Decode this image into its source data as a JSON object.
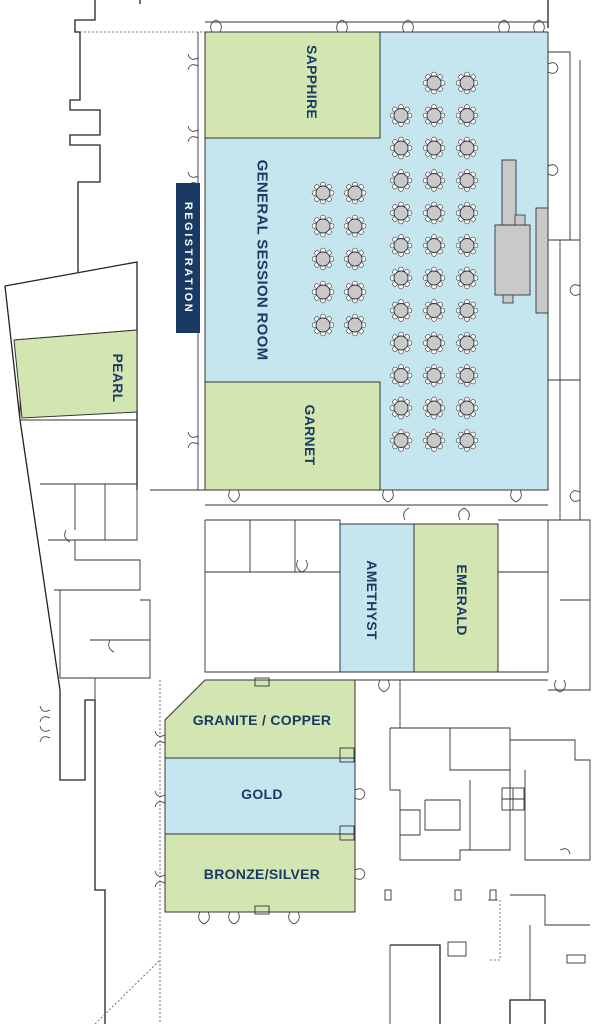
{
  "colors": {
    "green_room": "#d3e6b2",
    "blue_room": "#c6e6ef",
    "label_text": "#1b3a63",
    "registration_bg": "#1b3a63",
    "registration_text": "#ffffff",
    "table_fill": "#c9c9c9",
    "stage_fill": "#c9c9c9"
  },
  "rooms": [
    {
      "id": "sapphire",
      "name": "SAPPHIRE",
      "color": "green",
      "orientation": "vertical"
    },
    {
      "id": "general-session",
      "name": "GENERAL SESSION ROOM",
      "color": "blue",
      "orientation": "vertical"
    },
    {
      "id": "garnet",
      "name": "GARNET",
      "color": "green",
      "orientation": "vertical"
    },
    {
      "id": "pearl",
      "name": "PEARL",
      "color": "green",
      "orientation": "vertical"
    },
    {
      "id": "amethyst",
      "name": "AMETHYST",
      "color": "blue",
      "orientation": "vertical"
    },
    {
      "id": "emerald",
      "name": "EMERALD",
      "color": "green",
      "orientation": "vertical"
    },
    {
      "id": "granite-copper",
      "name": "GRANITE / COPPER",
      "color": "green",
      "orientation": "horizontal"
    },
    {
      "id": "gold",
      "name": "GOLD",
      "color": "blue",
      "orientation": "horizontal"
    },
    {
      "id": "bronze-silver",
      "name": "BRONZE/SILVER",
      "color": "green",
      "orientation": "horizontal"
    }
  ],
  "registration": {
    "label": "REGISTRATION"
  },
  "seating": {
    "left_block": {
      "columns": 2,
      "rows": 5
    },
    "right_block": {
      "columns": 3,
      "rows": 12
    }
  }
}
